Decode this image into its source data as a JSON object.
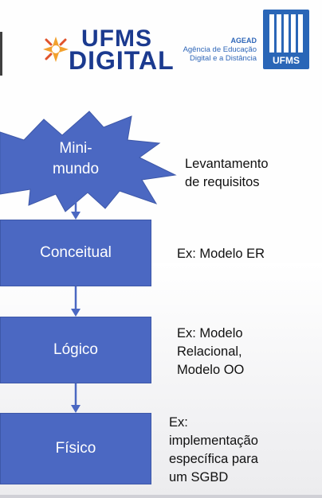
{
  "header": {
    "brand_line1": "UFMS",
    "brand_line2": "DIGITAL",
    "agency_title": "AGEAD",
    "agency_line1": "Agência de Educação",
    "agency_line2": "Digital e a Distância",
    "badge_label": "UFMS"
  },
  "diagram": {
    "star_line1": "Mini-",
    "star_line2": "mundo",
    "boxes": [
      "Conceitual",
      "Lógico",
      "Físico"
    ],
    "notes": {
      "requisitos": [
        "Levantamento",
        "de requisitos"
      ],
      "conceitual": [
        "Ex: Modelo ER"
      ],
      "logico": [
        "Ex: Modelo",
        "Relacional,",
        "Modelo OO"
      ],
      "fisico": [
        "Ex:",
        "implementação",
        "específica para",
        "um SGBD"
      ]
    },
    "colors": {
      "box_fill": "#4b68c2",
      "star_fill": "#4b68c2",
      "arrow": "#4b68c2"
    }
  }
}
